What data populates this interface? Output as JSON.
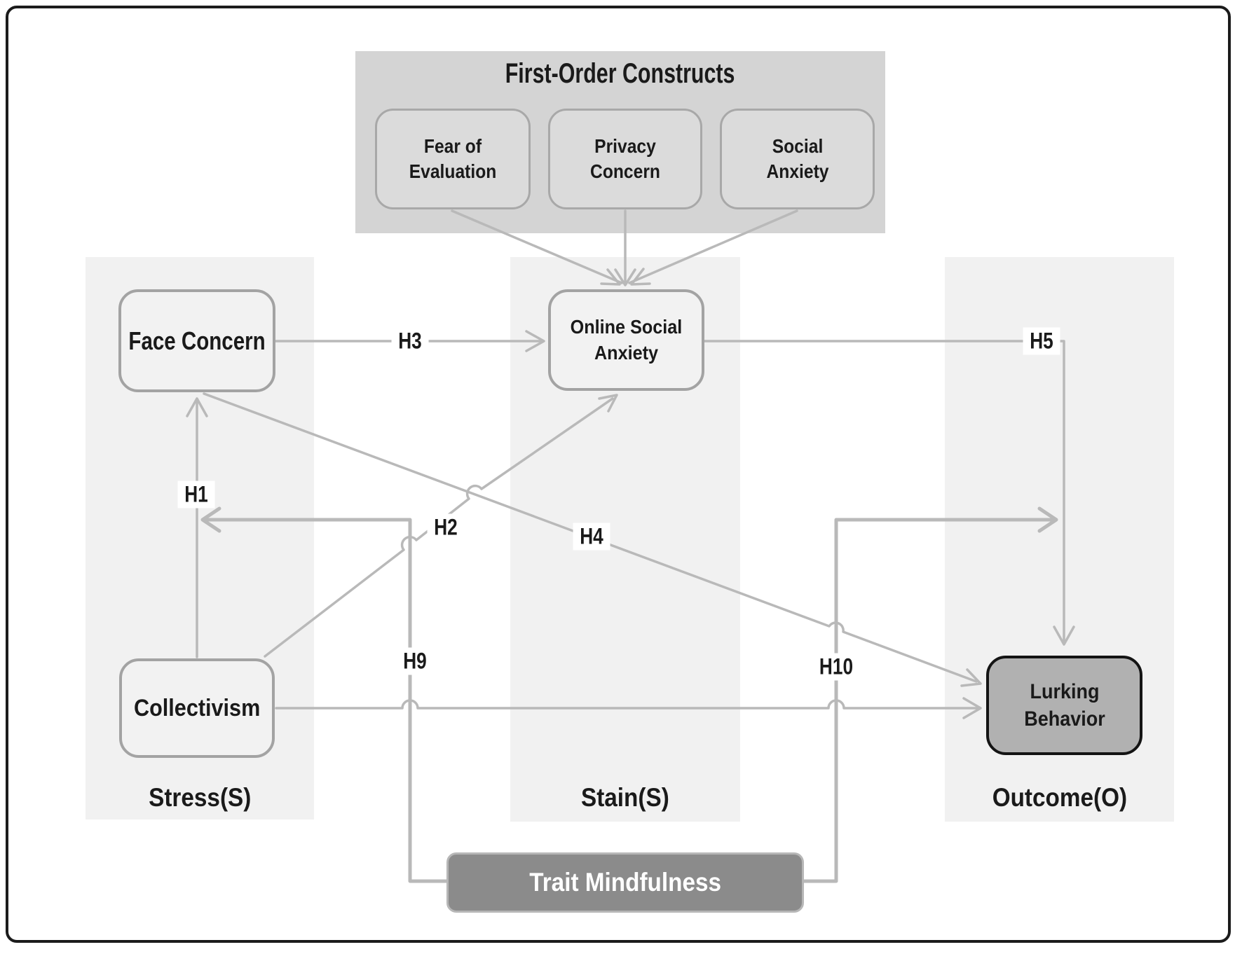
{
  "first_order": {
    "title": "First-Order Constructs",
    "boxes": [
      {
        "label": "Fear of Evaluation"
      },
      {
        "label": "Privacy Concern"
      },
      {
        "label": "Social Anxiety"
      }
    ]
  },
  "constructs": {
    "face_concern": "Face Concern",
    "online_social_anxiety": "Online Social Anxiety",
    "collectivism": "Collectivism",
    "lurking_behavior": "Lurking Behavior",
    "trait_mindfulness": "Trait Mindfulness"
  },
  "sections": [
    {
      "label": "Stress(S)"
    },
    {
      "label": "Stain(S)"
    },
    {
      "label": "Outcome(O)"
    }
  ],
  "hypotheses": [
    {
      "id": "H1"
    },
    {
      "id": "H2"
    },
    {
      "id": "H3"
    },
    {
      "id": "H4"
    },
    {
      "id": "H5"
    },
    {
      "id": "H9"
    },
    {
      "id": "H10"
    }
  ],
  "colors": {
    "frame_border": "#1b1b1b",
    "column_strip": "#f1f1f1",
    "panel_background": "#d4d4d4",
    "panel_box_fill": "#dbdbdb",
    "light_box_fill": "#f2f2f2",
    "box_border_gray": "#a3a3a3",
    "lurking_fill": "#b1b1b1",
    "lurking_border": "#141414",
    "trait_fill": "#8b8b8b",
    "arrow_line": "#b9b9b9",
    "text": "#1a1a1a",
    "text_inverse": "#ffffff"
  }
}
